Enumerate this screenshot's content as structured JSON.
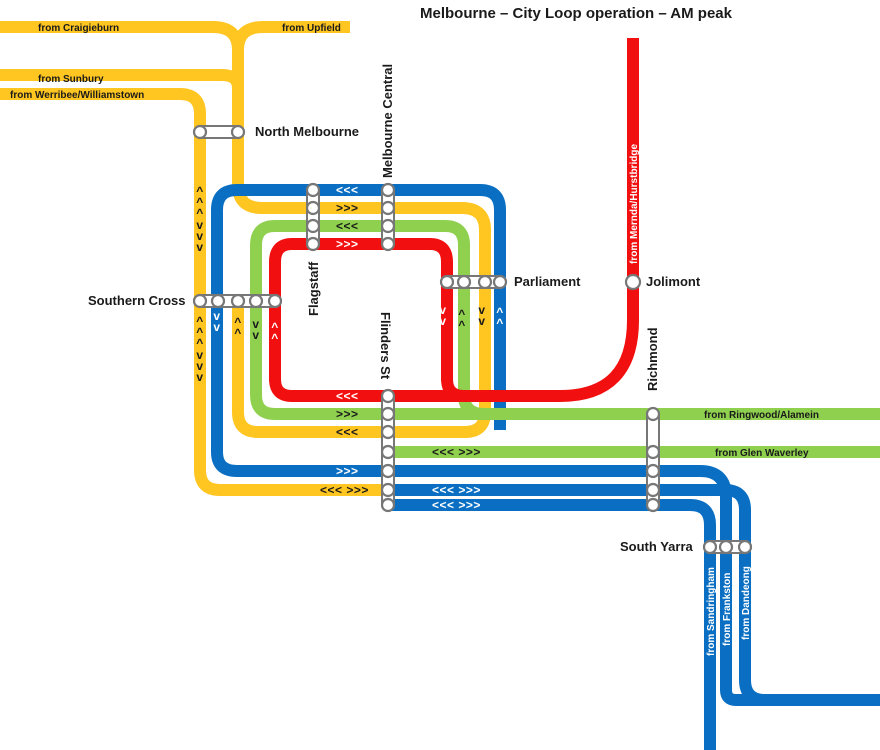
{
  "title": "Melbourne – City Loop operation – AM peak",
  "colors": {
    "yellow_group": "#FFC520",
    "blue_group": "#0A6FC2",
    "green_group": "#8FD14F",
    "red_group": "#F20F0F",
    "station_outline": "#777777"
  },
  "lines": {
    "craigieburn": "from Craigieburn",
    "upfield": "from Upfield",
    "sunbury": "from Sunbury",
    "werribee": "from Werribee/Williamstown",
    "mernda": "from Mernda/Hurstbridge",
    "ringwood": "from Ringwood/Alamein",
    "glen_waverley": "from Glen Waverley",
    "sandringham": "from Sandringham",
    "frankston": "from Frankston",
    "dandenong": "from Dandeong"
  },
  "stations": {
    "north_melbourne": "North Melbourne",
    "melbourne_central": "Melbourne Central",
    "flagstaff": "Flagstaff",
    "parliament": "Parliament",
    "jolimont": "Jolimont",
    "southern_cross": "Southern Cross",
    "flinders_st": "Flinders St",
    "richmond": "Richmond",
    "south_yarra": "South Yarra"
  },
  "direction_markers": {
    "blue_top": "<<<",
    "yellow_top": ">>>",
    "green_top": "<<<",
    "red_top": ">>>",
    "red_bottom": "<<<",
    "green_bottom": ">>>",
    "yellow_bottom": "<<<",
    "blue_bottom": ">>>",
    "glen_waverley_arrows": "<<< >>>",
    "yellow_bypass_arrows": "<<< >>>",
    "sandringham_arrows_1": "<<< >>>",
    "sandringham_arrows_2": "<<< >>>",
    "up": "^",
    "down": "v"
  }
}
